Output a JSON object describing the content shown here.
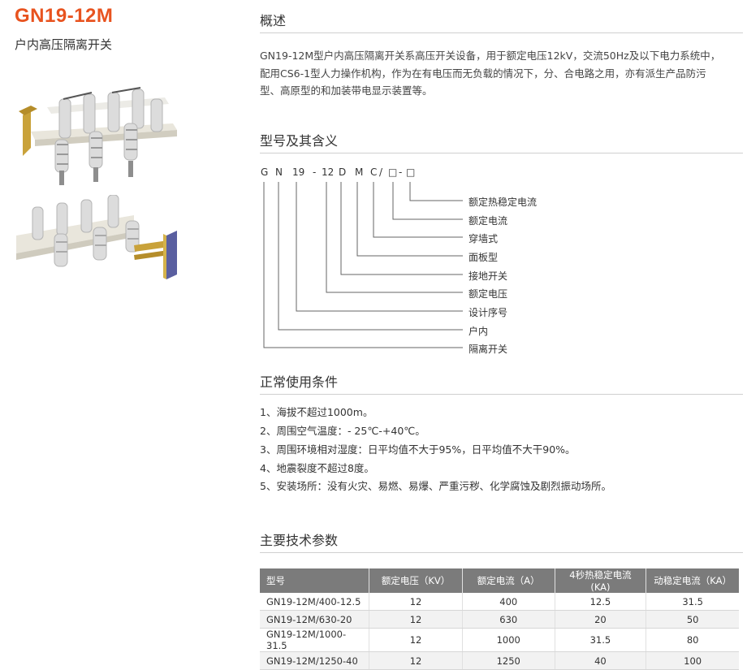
{
  "header": {
    "title": "GN19-12M",
    "subtitle": "户内高压隔离开关"
  },
  "overview": {
    "heading": "概述",
    "lines": [
      "GN19-12M型户内高压隔离开关系高压开关设备，用于额定电压12kV，交流50Hz及以下电力系统中，",
      "配用CS6-1型人力操作机构，作为在有电压而无负载的情况下，分、合电路之用，亦有派生产品防污",
      "型、高原型的和加装带电显示装置等。"
    ]
  },
  "model_meaning": {
    "heading": "型号及其含义",
    "code_chars": [
      "G",
      "N",
      "19",
      "-",
      "12",
      "D",
      "M",
      "C",
      "/",
      "□",
      "-",
      "□"
    ],
    "labels": [
      "额定热稳定电流",
      "额定电流",
      "穿墙式",
      "面板型",
      "接地开关",
      "额定电压",
      "设计序号",
      "户内",
      "隔离开关"
    ]
  },
  "conditions": {
    "heading": "正常使用条件",
    "items": [
      "1、海拔不超过1000m。",
      "2、周围空气温度：- 25℃-+40℃。",
      "3、周围环境相对湿度：日平均值不大于95%，日平均值不大干90%。",
      "4、地震裂度不超过8度。",
      "5、安装场所：没有火灾、易燃、易爆、严重污秽、化学腐蚀及剧烈振动场所。"
    ]
  },
  "params": {
    "heading": "主要技术参数",
    "columns": [
      "型号",
      "额定电压（KV）",
      "额定电流（A）",
      "4秒热稳定电流(KA)",
      "动稳定电流（KA）"
    ],
    "rows": [
      [
        "GN19-12M/400-12.5",
        "12",
        "400",
        "12.5",
        "31.5"
      ],
      [
        "GN19-12M/630-20",
        "12",
        "630",
        "20",
        "50"
      ],
      [
        "GN19-12M/1000-31.5",
        "12",
        "1000",
        "31.5",
        "80"
      ],
      [
        "GN19-12M/1250-40",
        "12",
        "1250",
        "40",
        "100"
      ]
    ]
  },
  "colors": {
    "accent": "#e8531f",
    "table_header": "#7b7b7b"
  }
}
